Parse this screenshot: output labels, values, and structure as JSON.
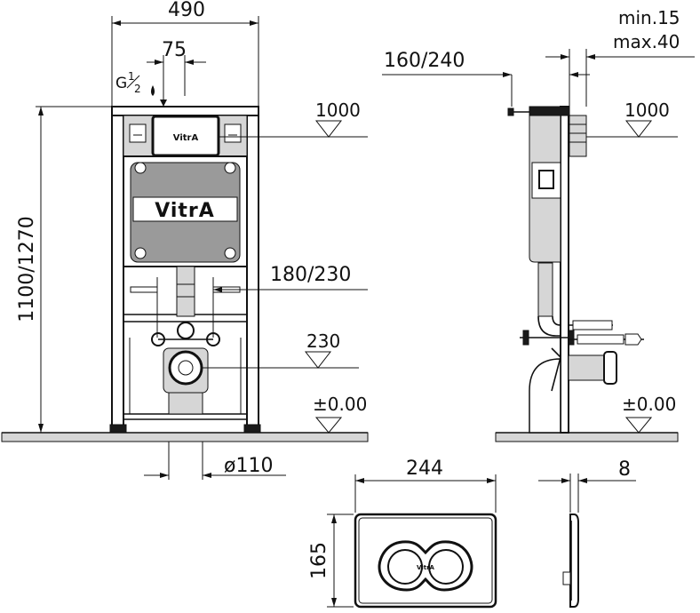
{
  "front_view": {
    "width_total": "490",
    "inlet_offset": "75",
    "inlet_thread_main": "G",
    "inlet_thread_fraction_num": "1",
    "inlet_thread_fraction_den": "2",
    "height": "1100/1270",
    "flush_height": "1000",
    "pan_connection": "180/230",
    "waste_height": "230",
    "floor_level": "±0.00",
    "waste_diameter": "ø110",
    "brand_small": "VitrA",
    "brand_large": "VitrA"
  },
  "side_view": {
    "depth": "160/240",
    "wall_min": "min.15",
    "wall_max": "max.40",
    "flush_height": "1000",
    "floor_level": "±0.00"
  },
  "flush_plate": {
    "width": "244",
    "height": "165",
    "thickness": "8",
    "brand": "VitrA"
  }
}
